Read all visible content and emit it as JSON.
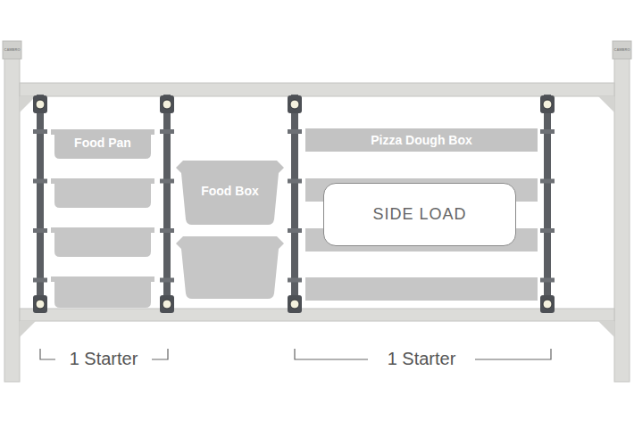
{
  "diagram": {
    "nodes": [
      {
        "text": [
          "Food Pan"
        ]
      },
      {
        "text": [
          "Food Box"
        ]
      },
      {
        "text": [
          "Pizza Dough Box"
        ]
      },
      {
        "text": [
          "SIDE LOAD"
        ]
      }
    ],
    "labels": [
      "CAMBRO",
      "CAMBRO",
      "1 Starter",
      "1 Starter"
    ]
  }
}
